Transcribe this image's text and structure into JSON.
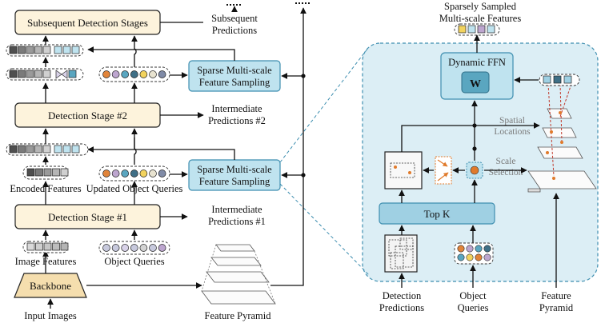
{
  "colors": {
    "stage_fill": "#fdf3dc",
    "sampling_fill": "#bfe3ef",
    "sampling_stroke": "#3f8fb0",
    "panel_fill": "#dceef5",
    "panel_stroke": "#3f8fb0",
    "topk_fill": "#9fd0e3",
    "backbone_fill": "#f5deae",
    "query_colors": [
      "#e1843a",
      "#bda6cf",
      "#5aa6c0",
      "#3f6f86",
      "#f2d35e",
      "#e8e3d0",
      "#7f8aa6"
    ],
    "feature_colors": [
      "#4f4f4f",
      "#7a7a7a",
      "#9a9a9a",
      "#b5b5b5",
      "#d0d0d0"
    ],
    "accent_orange": "#e07a2b",
    "dashed_red": "#c0392b"
  },
  "left": {
    "stages": {
      "subsequent": "Subsequent Detection Stages",
      "stage2": "Detection Stage #2",
      "stage1": "Detection Stage #1"
    },
    "sampling_box": {
      "line1": "Sparse Multi-scale",
      "line2": "Feature Sampling"
    },
    "backbone": "Backbone",
    "labels": {
      "subsequent_predictions_1": "Subsequent",
      "subsequent_predictions_2": "Predictions",
      "intermediate2_1": "Intermediate",
      "intermediate2_2": "Predictions #2",
      "intermediate1_1": "Intermediate",
      "intermediate1_2": "Predictions #1",
      "encoded_features": "Encoded Features",
      "updated_queries": "Updated Object Queries",
      "image_features": "Image Features",
      "object_queries": "Object Queries",
      "input_images": "Input Images",
      "feature_pyramid": "Feature Pyramid"
    }
  },
  "right": {
    "title_1": "Sparsely Sampled",
    "title_2": "Multi-scale Features",
    "dynamic_ffn": "Dynamic FFN",
    "w_label": "W",
    "spatial_1": "Spatial",
    "spatial_2": "Locations",
    "scale_1": "Scale",
    "scale_2": "Selection",
    "topk": "Top K",
    "detection_predictions_1": "Detection",
    "detection_predictions_2": "Predictions",
    "object_queries_1": "Object",
    "object_queries_2": "Queries",
    "feature_pyramid_1": "Feature",
    "feature_pyramid_2": "Pyramid"
  }
}
